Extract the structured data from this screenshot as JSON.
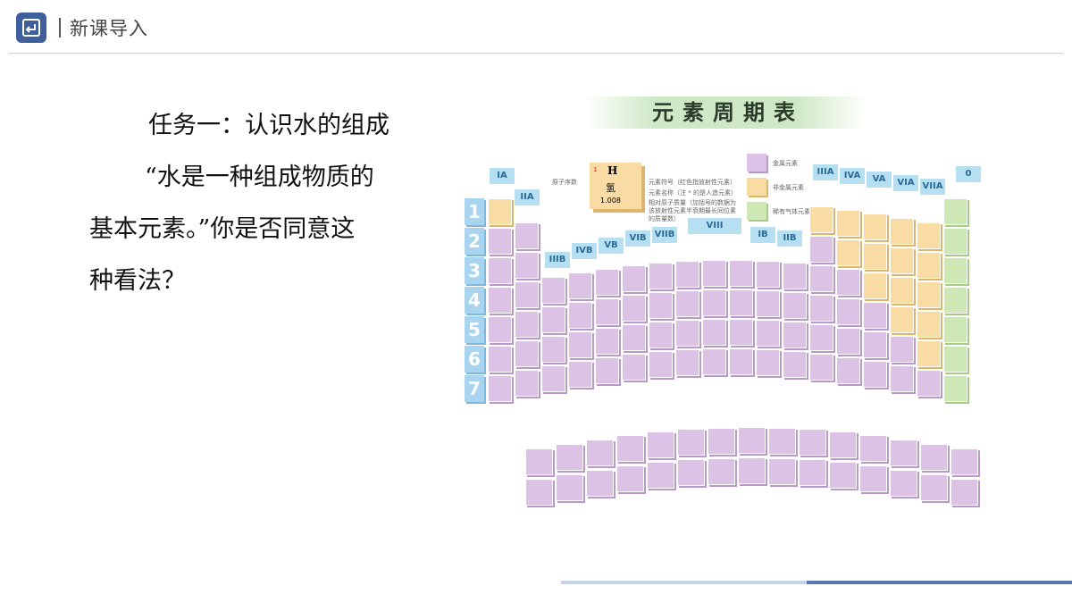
{
  "header": {
    "title": "新课导入",
    "icon": "return-arrow-icon",
    "accent": "#3f5f9c"
  },
  "task": {
    "line1": "任务一：认识水的组成",
    "line2": "“水是一种组成物质的",
    "line3": "基本元素。”你是否同意这",
    "line4": "种看法？"
  },
  "figure": {
    "title": "元素周期表",
    "legend": {
      "atomic_number": "原子序数",
      "symbol": "元素符号（红色指放射性元素）",
      "name": "元素名称（注 * 的是人造元素）",
      "mass": "相对原子质量（加括号的数据为该放射性元素半衰期最长同位素的质量数）",
      "metal": "金属元素",
      "nonmetal": "非金属元素",
      "noble": "稀有气体元素",
      "sample_number": "1",
      "sample_symbol": "H",
      "sample_name": "氢",
      "sample_mass": "1.008"
    },
    "periods": [
      "1",
      "2",
      "3",
      "4",
      "5",
      "6",
      "7"
    ],
    "groups": [
      "IA",
      "IIA",
      "IIIB",
      "IVB",
      "VB",
      "VIB",
      "VIIB",
      "VIII",
      "IB",
      "IIB",
      "IIIA",
      "IVA",
      "VA",
      "VIA",
      "VIIA",
      "0"
    ],
    "colors": {
      "metal": "#dcc3e6",
      "nonmetal": "#f8dca4",
      "noble": "#cde8b4",
      "period": "#a8d4ef"
    }
  },
  "progress": {
    "value": 0.52
  }
}
